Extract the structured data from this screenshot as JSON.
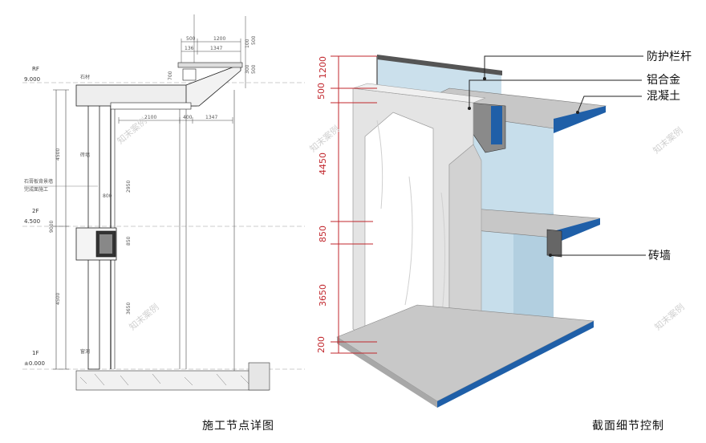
{
  "captions": {
    "left": "施工节点详图",
    "right": "截面细节控制"
  },
  "drawing": {
    "levels": [
      {
        "mark": "RF",
        "value": "9.000"
      },
      {
        "mark": "2F",
        "value": "4.500"
      },
      {
        "mark": "1F",
        "value": "±0.000"
      }
    ],
    "dims_top": [
      "500",
      "1200",
      "1347",
      "136",
      "300",
      "500",
      "100",
      "500",
      "700"
    ],
    "dims_mid": [
      "2100",
      "400",
      "1347",
      "850",
      "800"
    ],
    "dims_vertical": [
      "4500",
      "9000",
      "4500",
      "2950",
      "850",
      "3650"
    ],
    "notes": [
      "石材",
      "石膏板背景墙",
      "完成面施工",
      "砖墙",
      "窗洞"
    ]
  },
  "section": {
    "dims": [
      "1200",
      "500",
      "4450",
      "850",
      "3650",
      "200"
    ],
    "labels": {
      "railing": "防护栏杆",
      "aluminum": "铝合金",
      "concrete": "混凝土",
      "brick": "砖墙"
    },
    "watermark": "知末案例",
    "colors": {
      "dim_red": "#c1272d",
      "glass": "#b9d6e6",
      "blue_edge": "#1f5fa8",
      "stone": "#e4e4e4"
    }
  }
}
